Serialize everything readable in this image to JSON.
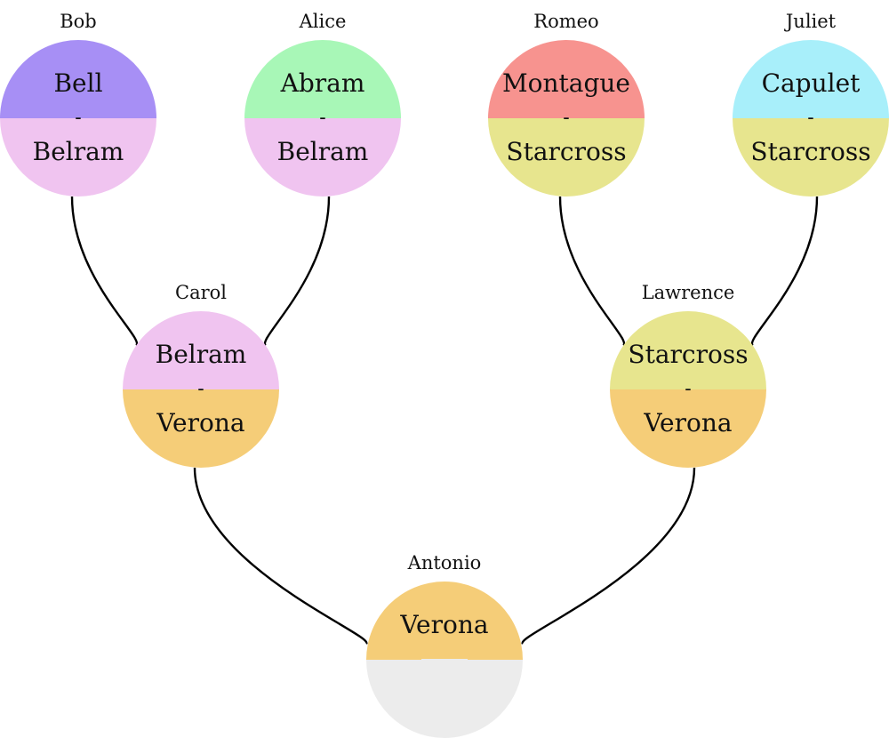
{
  "colors": {
    "Bell": "#a78ff5",
    "Abram": "#a8f7b7",
    "Belram": "#f0c4f0",
    "Montague": "#f7938f",
    "Starcross": "#e7e58e",
    "Capulet": "#a8effa",
    "Verona": "#f5cd78",
    "empty": "#ececec"
  },
  "separator": "-",
  "nodes": [
    {
      "id": "bob",
      "name": "Bob",
      "top": "Bell",
      "bottom": "Belram"
    },
    {
      "id": "alice",
      "name": "Alice",
      "top": "Abram",
      "bottom": "Belram"
    },
    {
      "id": "romeo",
      "name": "Romeo",
      "top": "Montague",
      "bottom": "Starcross"
    },
    {
      "id": "juliet",
      "name": "Juliet",
      "top": "Capulet",
      "bottom": "Starcross"
    },
    {
      "id": "carol",
      "name": "Carol",
      "top": "Belram",
      "bottom": "Verona"
    },
    {
      "id": "lawrence",
      "name": "Lawrence",
      "top": "Starcross",
      "bottom": "Verona"
    },
    {
      "id": "antonio",
      "name": "Antonio",
      "top": "Verona",
      "bottom": ""
    }
  ],
  "edges": [
    {
      "from": "bob",
      "to": "carol"
    },
    {
      "from": "alice",
      "to": "carol"
    },
    {
      "from": "romeo",
      "to": "lawrence"
    },
    {
      "from": "juliet",
      "to": "lawrence"
    },
    {
      "from": "carol",
      "to": "antonio"
    },
    {
      "from": "lawrence",
      "to": "antonio"
    }
  ]
}
